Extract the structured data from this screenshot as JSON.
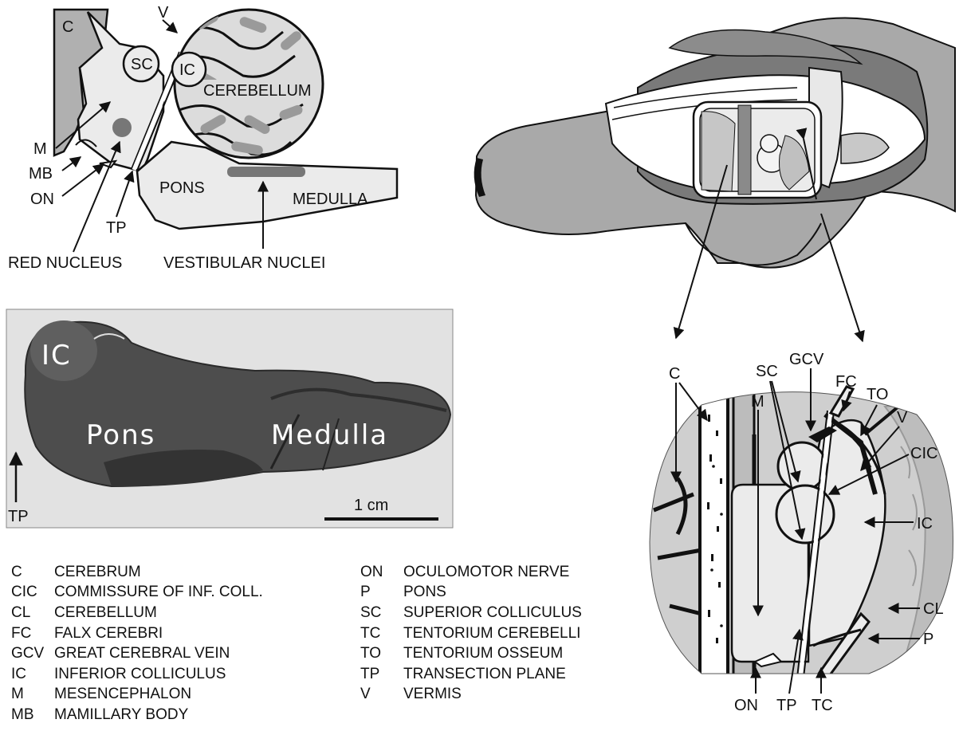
{
  "brainstem_diagram": {
    "labels": {
      "c": "C",
      "v": "V",
      "sc": "SC",
      "ic": "IC",
      "cerebellum": "CEREBELLUM",
      "m": "M",
      "mb": "MB",
      "on": "ON",
      "tp": "TP",
      "pons": "PONS",
      "medulla": "MEDULLA",
      "red_nucleus": "RED NUCLEUS",
      "vestibular_nuclei": "VESTIBULAR NUCLEI"
    }
  },
  "photo": {
    "labels": {
      "ic": "IC",
      "pons": "Pons",
      "medulla": "Medulla",
      "scale": "1 cm",
      "tp": "TP"
    }
  },
  "detail_diagram": {
    "labels": {
      "c": "C",
      "sc": "SC",
      "gcv": "GCV",
      "fc": "FC",
      "to": "TO",
      "m": "M",
      "v": "V",
      "cic": "CIC",
      "ic": "IC",
      "cl": "CL",
      "p": "P",
      "on": "ON",
      "tp": "TP",
      "tc": "TC"
    }
  },
  "legend": {
    "left": [
      {
        "abbr": "C",
        "term": "CEREBRUM"
      },
      {
        "abbr": "CIC",
        "term": "COMMISSURE OF INF. COLL."
      },
      {
        "abbr": "CL",
        "term": "CEREBELLUM"
      },
      {
        "abbr": "FC",
        "term": "FALX CEREBRI"
      },
      {
        "abbr": "GCV",
        "term": "GREAT CEREBRAL VEIN"
      },
      {
        "abbr": "IC",
        "term": "INFERIOR COLLICULUS"
      },
      {
        "abbr": "M",
        "term": "MESENCEPHALON"
      },
      {
        "abbr": "MB",
        "term": "MAMILLARY BODY"
      }
    ],
    "right": [
      {
        "abbr": "ON",
        "term": "OCULOMOTOR NERVE"
      },
      {
        "abbr": "P",
        "term": "PONS"
      },
      {
        "abbr": "SC",
        "term": "SUPERIOR COLLICULUS"
      },
      {
        "abbr": "TC",
        "term": "TENTORIUM CEREBELLI"
      },
      {
        "abbr": "TO",
        "term": "TENTORIUM OSSEUM"
      },
      {
        "abbr": "TP",
        "term": "TRANSECTION PLANE"
      },
      {
        "abbr": "V",
        "term": "VERMIS"
      }
    ]
  }
}
